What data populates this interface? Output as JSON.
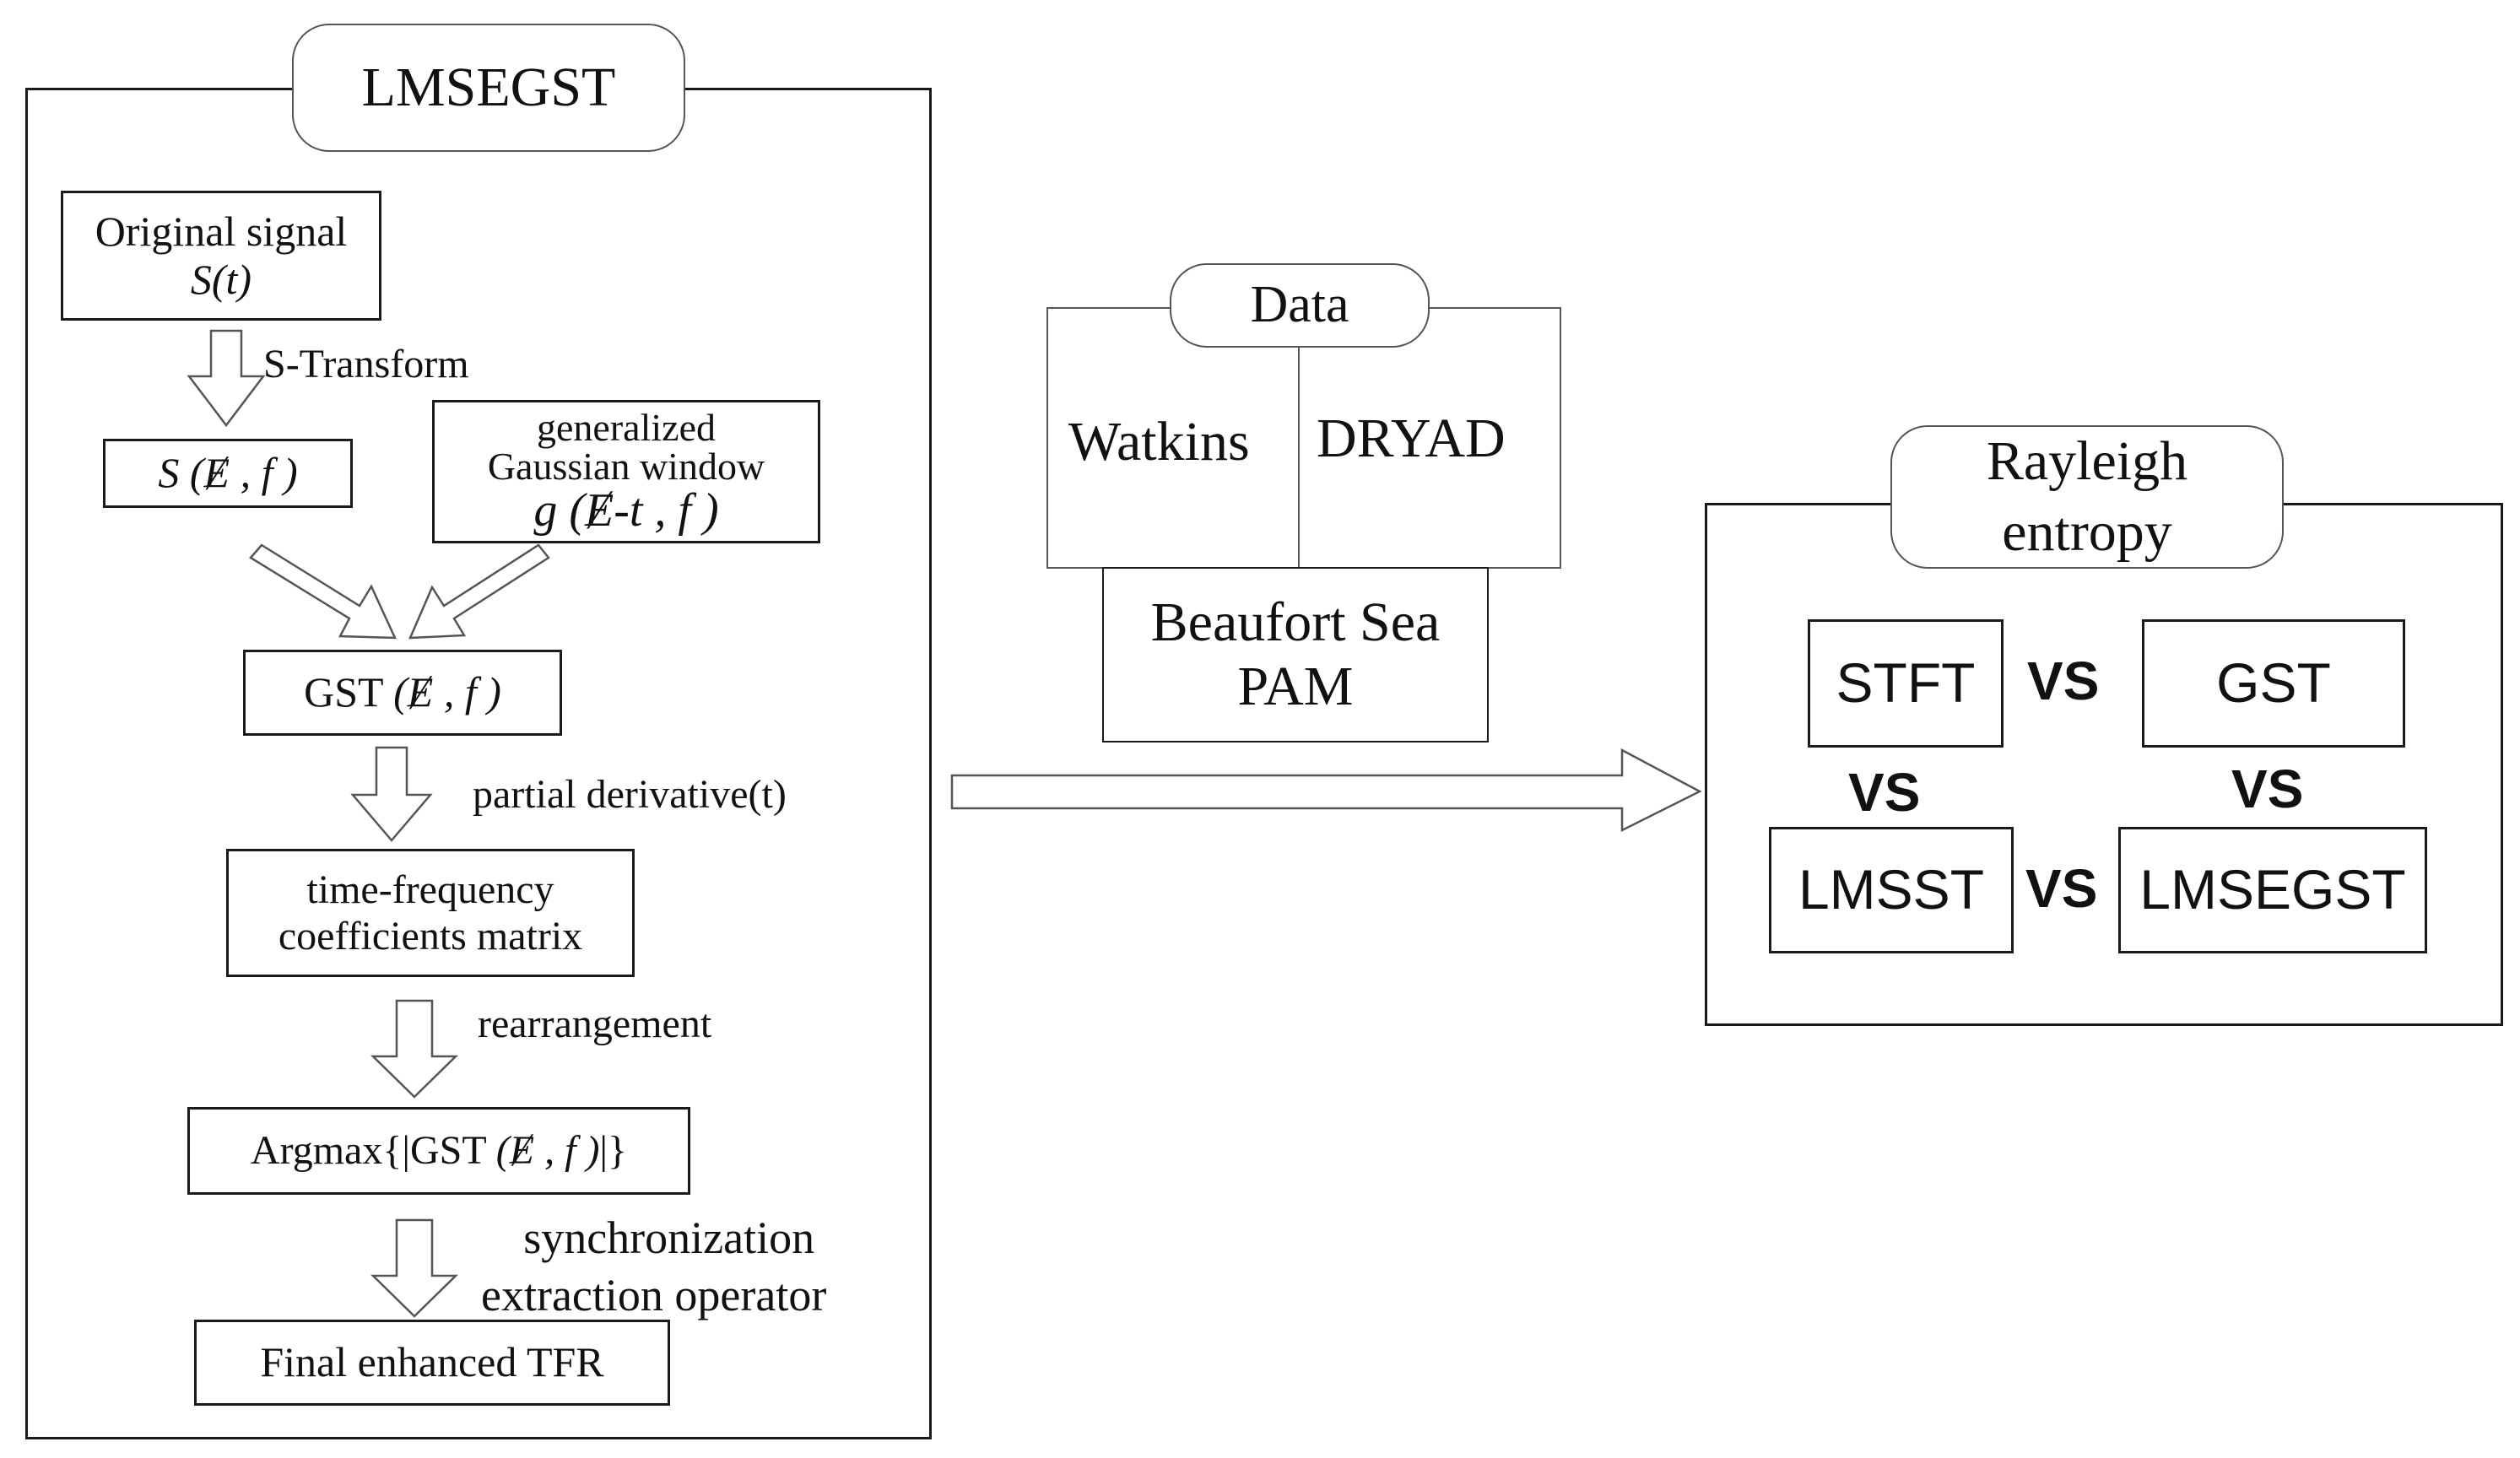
{
  "left_panel": {
    "title": "LMSEGST",
    "original_signal": {
      "line1": "Original signal",
      "line2": "S(t)"
    },
    "step1_label": "S-Transform",
    "s_transform": "S (Ɇ , f )",
    "gaussian_window": {
      "line1": "generalized",
      "line2": "Gaussian window",
      "line3": "g (Ɇ-t , f )"
    },
    "gst": {
      "prefix": "GST ",
      "args": "(Ɇ , f )"
    },
    "step2_label": "partial derivative(t)",
    "tf_matrix": {
      "line1": "time-frequency",
      "line2": "coefficients matrix"
    },
    "step3_label": "rearrangement",
    "argmax": {
      "prefix": "Argmax{|GST ",
      "args": "(Ɇ , f )",
      "suffix": "|}"
    },
    "step4_label": {
      "line1": "synchronization",
      "line2": "extraction operator"
    },
    "final": "Final enhanced TFR"
  },
  "data_panel": {
    "title": "Data",
    "source1": "Watkins",
    "source2": "DRYAD",
    "source3": {
      "line1": "Beaufort Sea",
      "line2": "PAM"
    }
  },
  "right_panel": {
    "title": {
      "line1": "Rayleigh",
      "line2": "entropy"
    },
    "methods": [
      "STFT",
      "GST",
      "LMSST",
      "LMSEGST"
    ],
    "vs_label": "VS"
  }
}
